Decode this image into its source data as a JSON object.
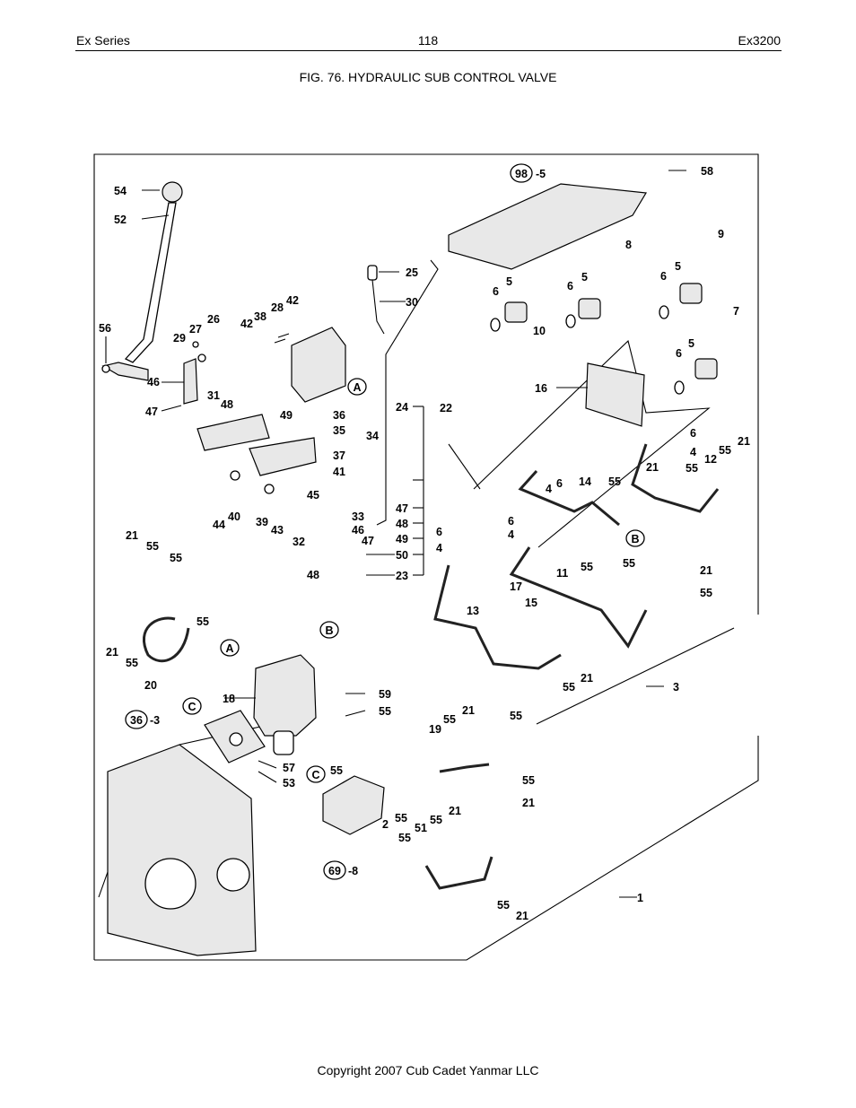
{
  "header": {
    "left": "Ex Series",
    "page_number": "118",
    "right": "Ex3200"
  },
  "figure": {
    "title": "FIG. 76. HYDRAULIC SUB CONTROL VALVE"
  },
  "footer": {
    "copyright": "Copyright 2007 Cub Cadet Yanmar LLC"
  },
  "callouts": {
    "ref_98": "98",
    "ref_98_suffix": "-5",
    "ref_36": "36",
    "ref_36_suffix": "-3",
    "ref_69": "69",
    "ref_69_suffix": "-8",
    "letter_a": "A",
    "letter_b": "B",
    "letter_c": "C"
  },
  "part_numbers": [
    "1",
    "2",
    "3",
    "4",
    "5",
    "6",
    "7",
    "8",
    "9",
    "10",
    "11",
    "12",
    "13",
    "14",
    "15",
    "16",
    "17",
    "18",
    "19",
    "20",
    "21",
    "22",
    "23",
    "24",
    "25",
    "26",
    "27",
    "28",
    "29",
    "30",
    "31",
    "32",
    "33",
    "34",
    "35",
    "36",
    "37",
    "38",
    "39",
    "40",
    "41",
    "42",
    "43",
    "44",
    "45",
    "46",
    "47",
    "48",
    "49",
    "50",
    "51",
    "52",
    "53",
    "54",
    "55",
    "56",
    "57",
    "58",
    "59"
  ]
}
